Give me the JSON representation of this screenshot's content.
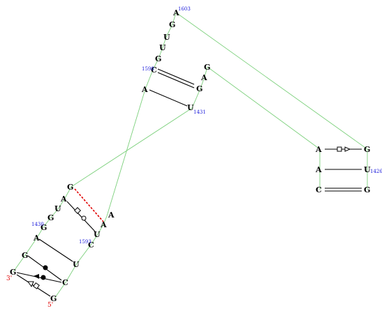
{
  "structure": {
    "nucleotides": {
      "g1603": "A",
      "u1602": "G",
      "u1601": "U",
      "u1600": "U",
      "g1599": "G",
      "c1598": "C",
      "a1597": "A",
      "g1596": "G",
      "g1595": "A",
      "g1594": "A",
      "u1593": "U",
      "c1592": "C",
      "u1591": "U",
      "c1590": "C",
      "g1589": "G",
      "g1427": "G",
      "a1428": "A",
      "u1429": "U",
      "g1430": "G",
      "g1431": "G",
      "a1432": "A",
      "g1433": "G",
      "g1434": "G",
      "a1426b": "A",
      "a1425": "A",
      "c1424": "C",
      "g1422": "G",
      "u1426": "U",
      "g1423": "G",
      "u1431": "U",
      "a1599b": "A"
    },
    "numbers": {
      "n1603": "1603",
      "n1598": "1598",
      "n1431": "1431",
      "n1430": "1430",
      "n1593": "1593",
      "n1426": "1426"
    },
    "ends": {
      "three_prime": "3'",
      "five_prime": "5'"
    },
    "colors": {
      "backbone": "#7cd07c",
      "pair": "#000000",
      "noncanonical": "#e00000",
      "numbering": "#1a1adb",
      "terminal": "#e00000"
    }
  }
}
